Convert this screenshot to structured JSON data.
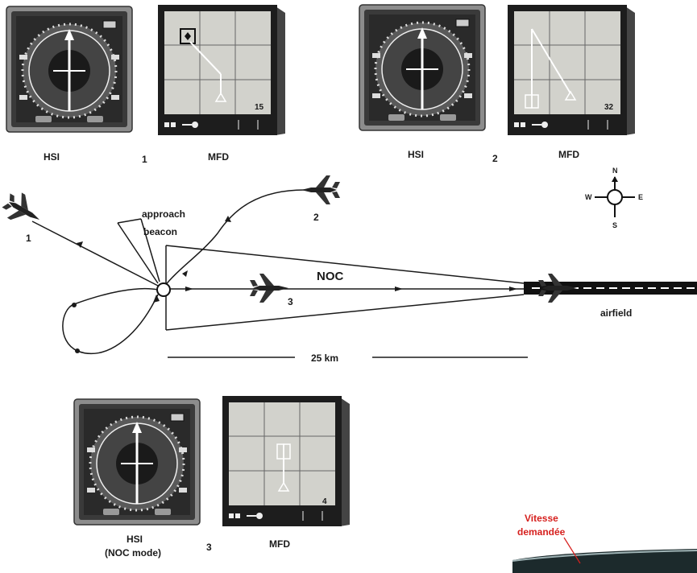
{
  "panels": [
    {
      "number": "1",
      "hsi_label": "HSI",
      "mfd_label": "MFD",
      "mfd_corner": "15"
    },
    {
      "number": "2",
      "hsi_label": "HSI",
      "mfd_label": "MFD",
      "mfd_corner": "32"
    },
    {
      "number": "3",
      "hsi_label": "HSI",
      "hsi_sublabel": "(NOC mode)",
      "mfd_label": "MFD",
      "mfd_corner": "4"
    }
  ],
  "compass": {
    "north": "N",
    "south": "S",
    "east": "E",
    "west": "W"
  },
  "diagram": {
    "beacon_label_line1": "approach",
    "beacon_label_line2": "beacon",
    "aircraft_1_number": "1",
    "aircraft_2_number": "2",
    "aircraft_3_number": "3",
    "course_label": "NOC",
    "runway_label": "airfield",
    "distance_label": "25 km"
  },
  "inset": {
    "line1": "Vitesse",
    "line2": "demandée"
  },
  "colors": {
    "ink": "#1a1a1a",
    "annotation_red": "#d6201e",
    "bezel": "#8c8c8c",
    "screen": "#d2d2cc"
  }
}
